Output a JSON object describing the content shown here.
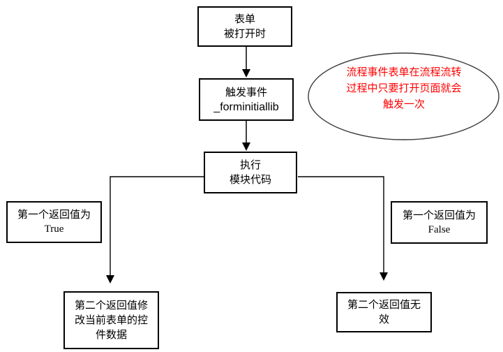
{
  "colors": {
    "background": "#ffffff",
    "box_border": "#000000",
    "connector_line": "#000000",
    "ellipse_border": "#3a3a3a",
    "note_text": "#ff0000",
    "box_text": "#000000"
  },
  "nodes": {
    "form_opened": {
      "lines": [
        "表单",
        "被打开时"
      ]
    },
    "trigger_event": {
      "lines": [
        "触发事件",
        "_forminitiallib"
      ]
    },
    "execute_module": {
      "lines": [
        "执行",
        "模块代码"
      ]
    },
    "first_return_true": {
      "lines": [
        "第一个返回值为",
        "True"
      ]
    },
    "first_return_false": {
      "lines": [
        "第一个返回值为",
        "False"
      ]
    },
    "second_return_modify": {
      "lines": [
        "第二个返回值修",
        "改当前表单的控",
        "件数据"
      ]
    },
    "second_return_invalid": {
      "lines": [
        "第二个返回值无",
        "效"
      ]
    },
    "flow_note": {
      "lines": [
        "流程事件表单在流程流转",
        "过程中只要打开页面就会",
        "触发一次"
      ]
    }
  }
}
